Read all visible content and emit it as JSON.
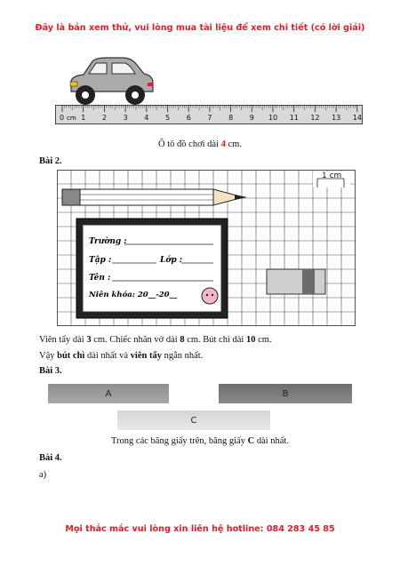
{
  "header": {
    "banner": "Đây là bản xem thử, vui lòng mua tài liệu để xem chi tiết (có lời giải)"
  },
  "ruler": {
    "unit_label": "cm",
    "ticks": [
      "0",
      "1",
      "2",
      "3",
      "4",
      "5",
      "6",
      "7",
      "8",
      "9",
      "10",
      "11",
      "12",
      "13",
      "14"
    ]
  },
  "car_caption": {
    "before": "Ô tô đồ chơi dài ",
    "value": "4",
    "after": " cm."
  },
  "bai2": {
    "heading": "Bài 2.",
    "grid_label": "1 cm",
    "card": {
      "truong": "Trường :",
      "tap": "Tập :",
      "lop": "Lớp :",
      "ten": "Tên :",
      "nien_khoa": "Niên khóa: 20__-20__"
    },
    "line1_a": "Viên tẩy dài ",
    "line1_b": "3",
    "line1_c": " cm. Chiếc nhãn vở dài ",
    "line1_d": "8",
    "line1_e": " cm. Bút chì dài ",
    "line1_f": "10",
    "line1_g": " cm.",
    "line2_a": "Vậy ",
    "line2_b": "bút chì",
    "line2_c": " dài nhất và ",
    "line2_d": "viên tẩy",
    "line2_e": " ngắn nhất."
  },
  "bai3": {
    "heading": "Bài 3.",
    "strips": [
      "A",
      "B",
      "C"
    ],
    "caption_a": "Trong các băng giấy trên, băng giấy ",
    "caption_b": "C",
    "caption_c": " dài nhất."
  },
  "bai4": {
    "heading": "Bài 4.",
    "sub": "a)"
  },
  "footer": {
    "hotline": "Mọi thắc mắc vui lòng xin liên hệ hotline: 084 283 45 85"
  },
  "colors": {
    "banner": "#e8192c",
    "car_body": "#b3b3b3",
    "ruler": "#d9d9d9"
  }
}
